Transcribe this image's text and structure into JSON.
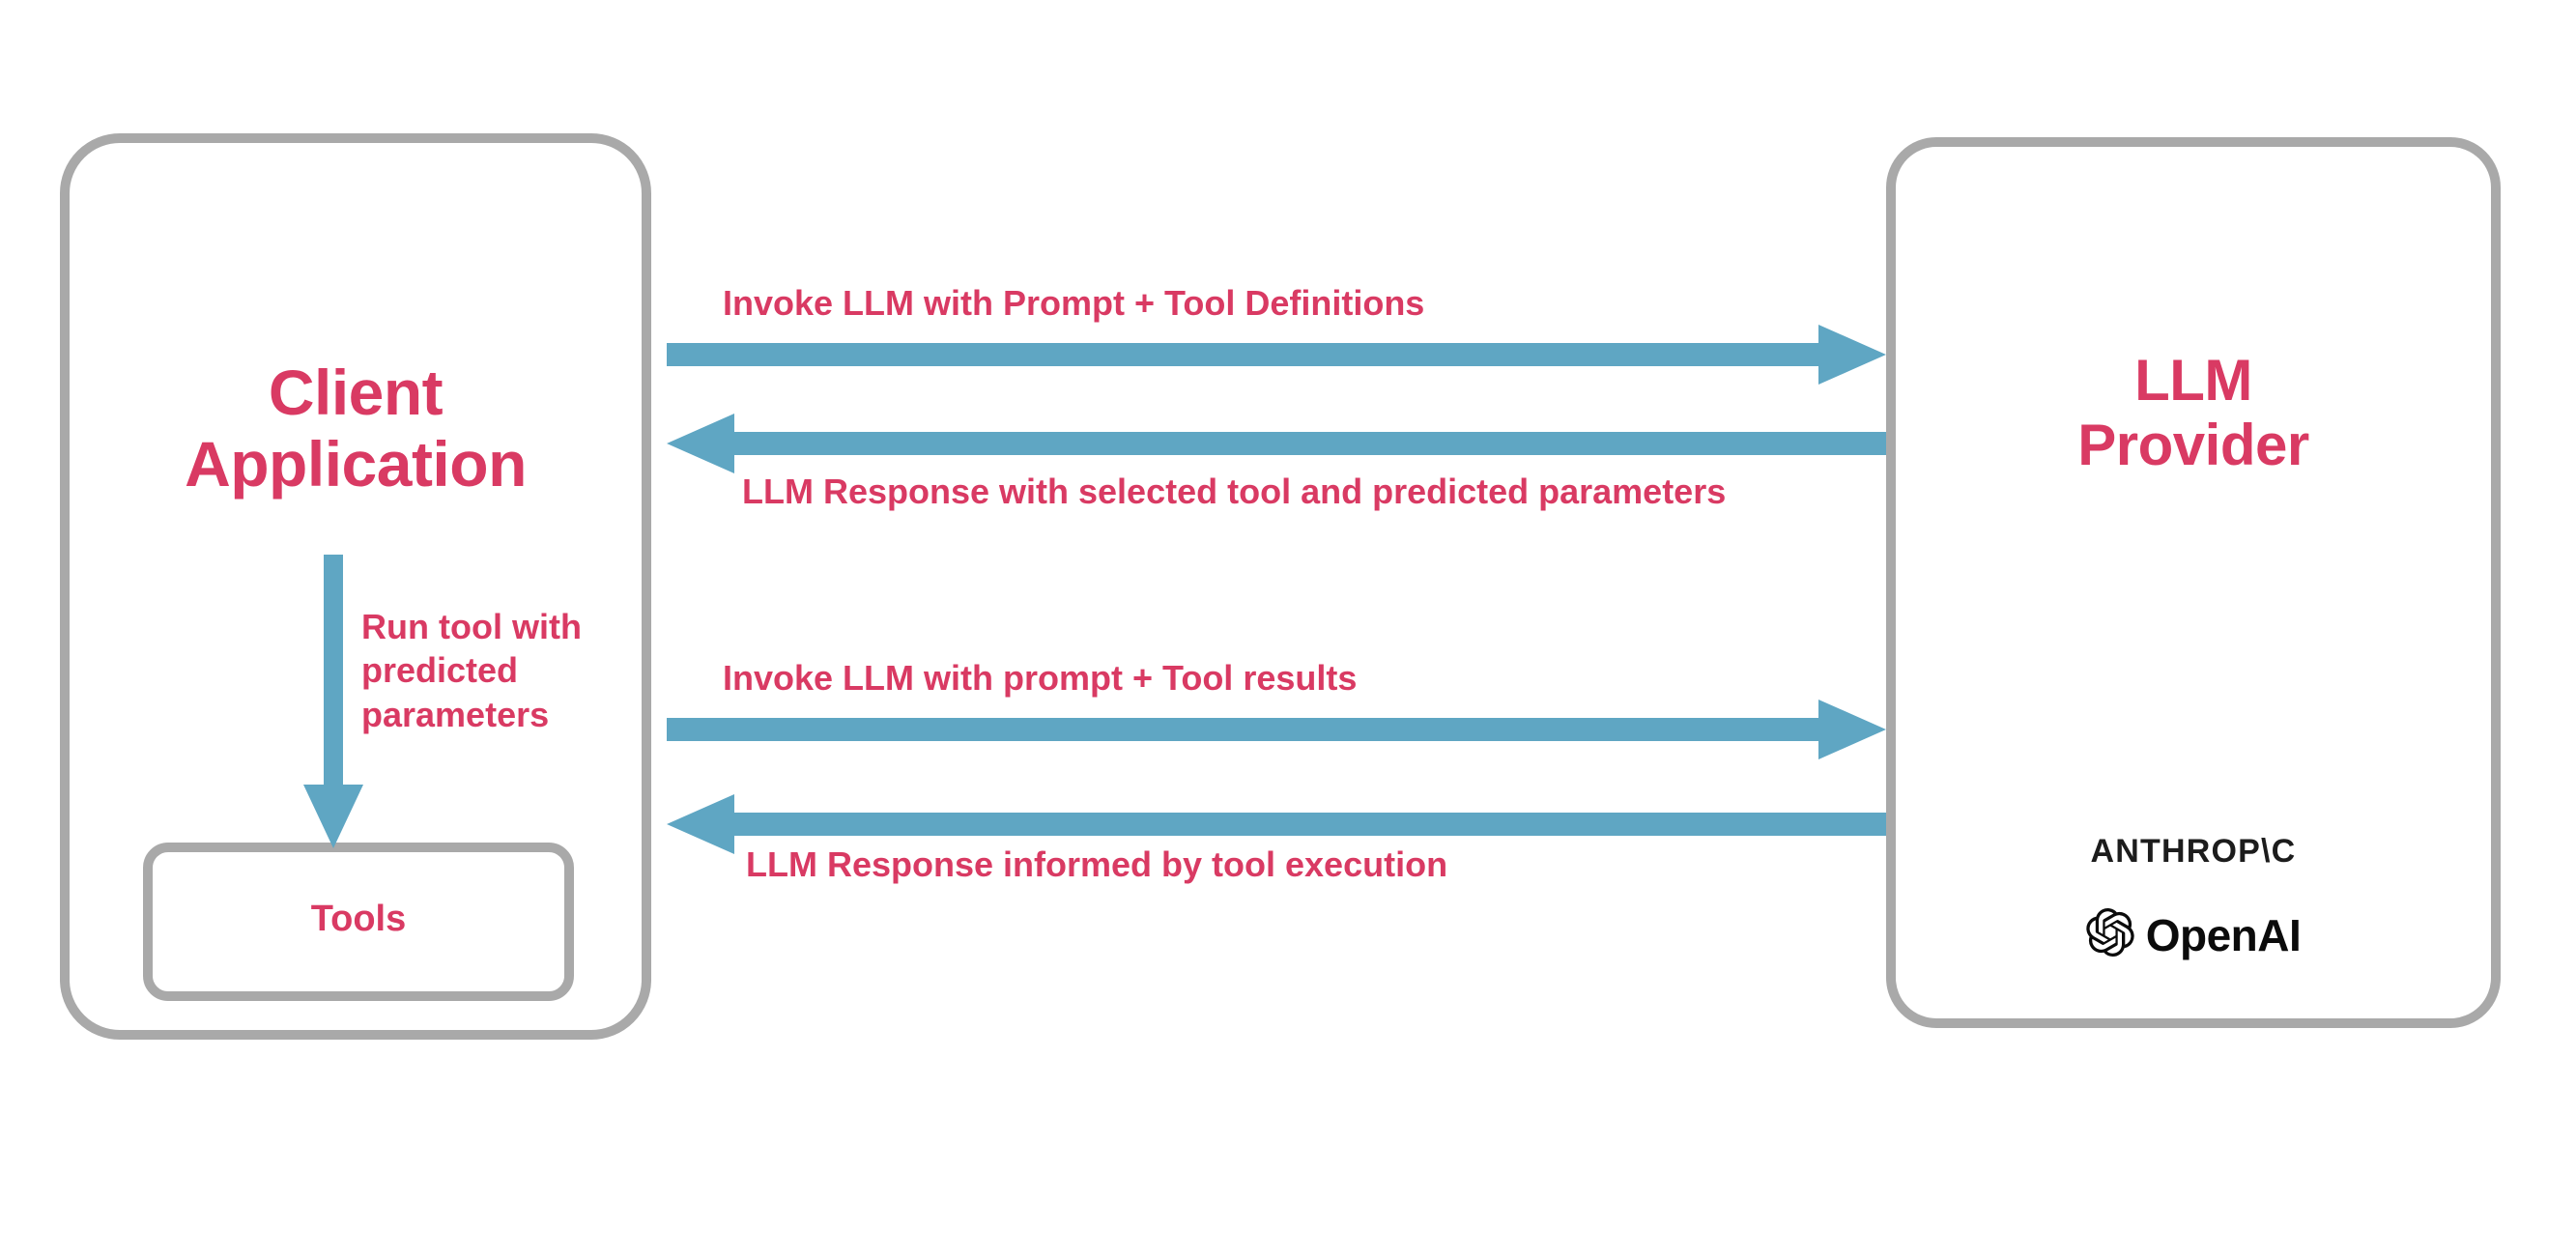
{
  "diagram": {
    "title": "LLM tool calling sequence between client application and LLM provider",
    "colors": {
      "accent_text": "#d93a63",
      "arrow": "#5fa6c3",
      "box_border": "#a9a9a9",
      "background": "#ffffff",
      "logo_text": "#1c1c1c"
    },
    "nodes": {
      "client": {
        "title": "Client\nApplication",
        "tools": {
          "label": "Tools"
        }
      },
      "provider": {
        "title": "LLM\nProvider",
        "brands": [
          {
            "name": "anthropic",
            "wordmark": "ANTHROP\\C"
          },
          {
            "name": "openai",
            "wordmark": "OpenAI"
          }
        ]
      }
    },
    "edges": [
      {
        "id": "invoke-1",
        "label": "Invoke LLM with Prompt + Tool Definitions",
        "direction": "client-to-provider"
      },
      {
        "id": "response-1",
        "label": "LLM Response with selected tool and predicted parameters",
        "direction": "provider-to-client"
      },
      {
        "id": "invoke-2",
        "label": "Invoke LLM with prompt + Tool results",
        "direction": "client-to-provider"
      },
      {
        "id": "response-2",
        "label": "LLM Response informed by tool execution",
        "direction": "provider-to-client"
      },
      {
        "id": "run-tool",
        "label": "Run tool with\npredicted\nparameters",
        "direction": "client-to-tools"
      }
    ]
  }
}
